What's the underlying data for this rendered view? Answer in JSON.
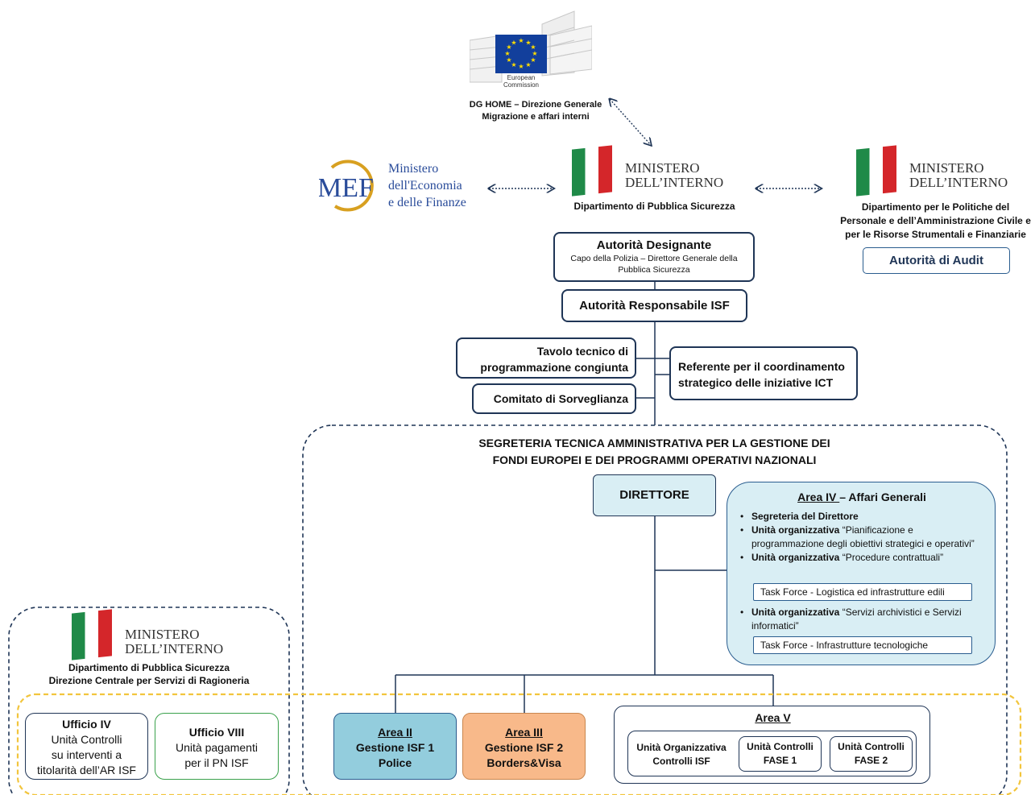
{
  "ec": {
    "logo_text_1": "European",
    "logo_text_2": "Commission",
    "caption_1": "DG HOME – Direzione Generale",
    "caption_2": "Migrazione e affari interni"
  },
  "mef": {
    "logo": "MEF",
    "line1": "Ministero",
    "line2": "dell'Economia",
    "line3": "e delle Finanze"
  },
  "ministero_center": {
    "name1": "MINISTERO",
    "name2": "DELL’INTERNO",
    "dept": "Dipartimento di Pubblica Sicurezza"
  },
  "ministero_right": {
    "name1": "MINISTERO",
    "name2": "DELL’INTERNO",
    "dept1": "Dipartimento per le Politiche del",
    "dept2": "Personale e dell’Amministrazione Civile e",
    "dept3": "per le Risorse Strumentali e Finanziarie",
    "audit": "Autorità di Audit"
  },
  "autorita_designante": {
    "title": "Autorità Designante",
    "sub1": "Capo della Polizia – Direttore Generale della",
    "sub2": "Pubblica Sicurezza"
  },
  "autorita_responsabile": "Autorità Responsabile ISF",
  "tavolo": {
    "line1": "Tavolo tecnico di",
    "line2": "programmazione congiunta"
  },
  "comitato": "Comitato di Sorveglianza",
  "referente": {
    "line1": "Referente per il coordinamento",
    "line2": "strategico delle iniziative ICT"
  },
  "segreteria": {
    "title1": "SEGRETERIA TECNICA AMMINISTRATIVA PER LA GESTIONE DEI",
    "title2": "FONDI EUROPEI E DEI PROGRAMMI OPERATIVI NAZIONALI"
  },
  "direttore": "DIRETTORE",
  "area4": {
    "title_u": "Area IV ",
    "title_rest": "– Affari Generali",
    "items": [
      {
        "bold": "Segreteria del Direttore",
        "rest": ""
      },
      {
        "bold": "Unità organizzativa",
        "rest": " “Pianificazione e programmazione degli obiettivi strategici e operativi”"
      },
      {
        "bold": "Unità organizzativa",
        "rest": " “Procedure contrattuali”"
      },
      {
        "bold": "Unità organizzativa",
        "rest": " “Servizi archivistici e Servizi informatici”"
      }
    ],
    "taskforce1": "Task Force - Logistica ed infrastrutture edili",
    "taskforce2": "Task Force - Infrastrutture tecnologiche"
  },
  "ministero_left": {
    "name1": "MINISTERO",
    "name2": "DELL’INTERNO",
    "dept1": "Dipartimento di Pubblica Sicurezza",
    "dept2": "Direzione Centrale per Servizi di Ragioneria"
  },
  "ufficio4": {
    "title": "Ufficio IV",
    "l1": "Unità Controlli",
    "l2": "su interventi a",
    "l3": "titolarità dell’AR ISF"
  },
  "ufficio8": {
    "title": "Ufficio VIII",
    "l1": "Unità pagamenti",
    "l2": "per il PN ISF"
  },
  "area2": {
    "title": "Area II",
    "l1": "Gestione ISF 1",
    "l2": "Police"
  },
  "area3": {
    "title": "Area III",
    "l1": "Gestione ISF 2",
    "l2": "Borders&Visa"
  },
  "area5": {
    "title": "Area V",
    "unita1": "Unità Organizzativa",
    "unita2": "Controlli ISF",
    "fase1a": "Unità Controlli",
    "fase1b": "FASE 1",
    "fase2a": "Unità Controlli",
    "fase2b": "FASE 2"
  },
  "colors": {
    "navy": "#1f3556",
    "area2_fill": "#93cddd",
    "area3_fill": "#f8b98a",
    "area4_fill": "#d9eef4",
    "direttore_fill": "#d9eef4",
    "green_border": "#3aa14b",
    "yellow_dash": "#f2c53d",
    "flag_green": "#1f8a48",
    "flag_red": "#d4262a",
    "mef_blue": "#2a4c9a",
    "mef_gold": "#d8a020"
  }
}
